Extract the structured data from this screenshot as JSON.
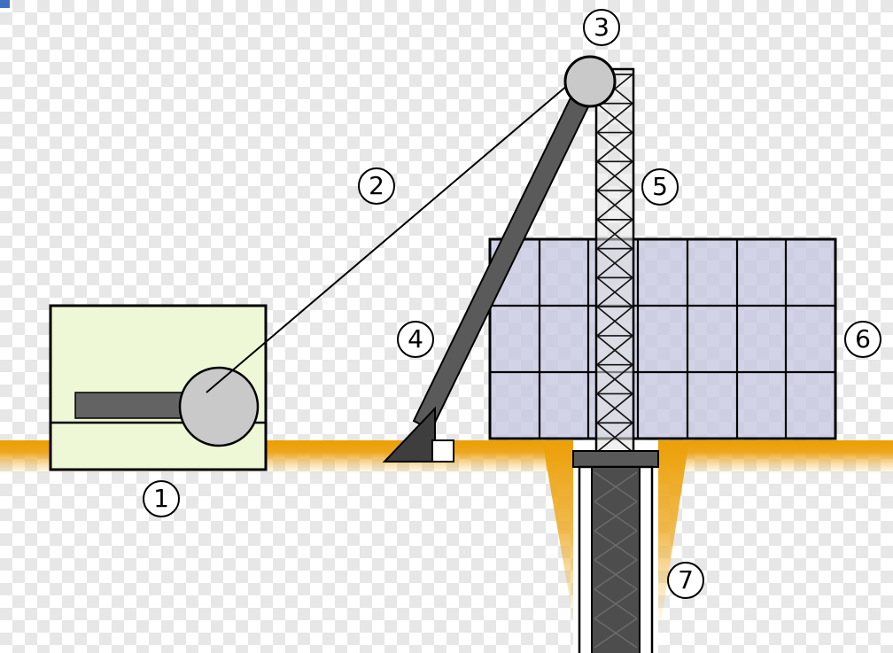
{
  "diagram": {
    "labels": [
      {
        "text": "1"
      },
      {
        "text": "2"
      },
      {
        "text": "3"
      },
      {
        "text": "4"
      },
      {
        "text": "5"
      },
      {
        "text": "6"
      },
      {
        "text": "7"
      }
    ],
    "colors": {
      "ground_orange": "#ec9f00",
      "machine_body_green": "#eff8d6",
      "panel_lavender": "#c7c7e2",
      "metal_light_gray": "#c9c9c9",
      "metal_dark_gray": "#5a5a5a",
      "foot_dark_gray": "#3e3e3e",
      "drill_string_gray": "#4d4d4d",
      "outline_black": "#000000",
      "checker_gray": "#e7e7e7",
      "corner_marker_blue": "#3f6fbf"
    }
  }
}
